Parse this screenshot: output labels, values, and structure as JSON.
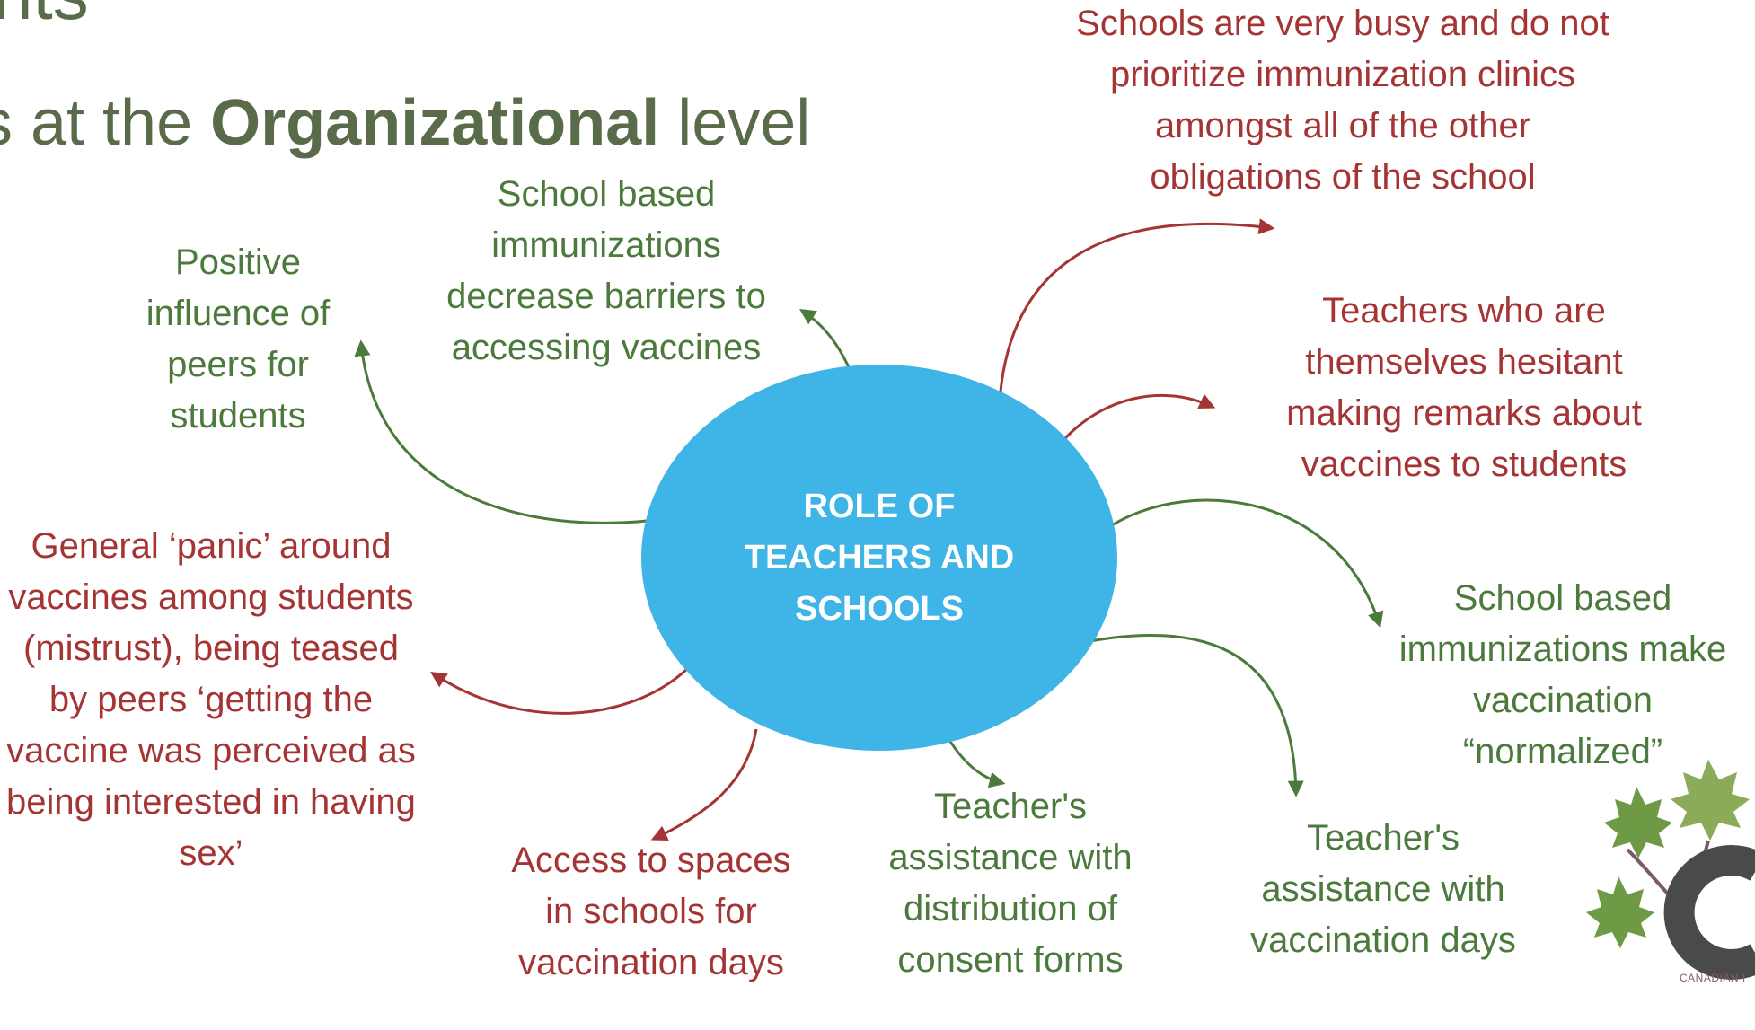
{
  "slide": {
    "title_fragment": "nts",
    "subtitle": {
      "prefix": "s at the ",
      "bold": "Organizational",
      "suffix": " level"
    }
  },
  "diagram": {
    "center": "ROLE OF TEACHERS AND SCHOOLS",
    "facilitators": {
      "peers": "Positive influence of peers for students",
      "barriers": "School based immunizations decrease barriers to accessing vaccines",
      "normalized": "School based immunizations make vaccination “normalized”",
      "consent": "Teacher's assistance with distribution of consent forms",
      "vaccination_days": "Teacher's assistance with vaccination days"
    },
    "barriers": {
      "busy": "Schools are very busy and do not prioritize immunization clinics amongst all of the other obligations of the school",
      "hesitant": "Teachers who are themselves hesitant making remarks about vaccines to students",
      "panic": "General ‘panic’ around vaccines among students (mistrust), being teased by peers ‘getting the vaccine was perceived as being interested in having sex’",
      "spaces": "Access to spaces in schools for vaccination days"
    }
  },
  "logo": {
    "caption": "CANADIAN I"
  },
  "colors": {
    "facilitator": "#4c7a3c",
    "barrier": "#a53434",
    "center_fill": "#3fb4e6",
    "title": "#5a6b4a"
  }
}
